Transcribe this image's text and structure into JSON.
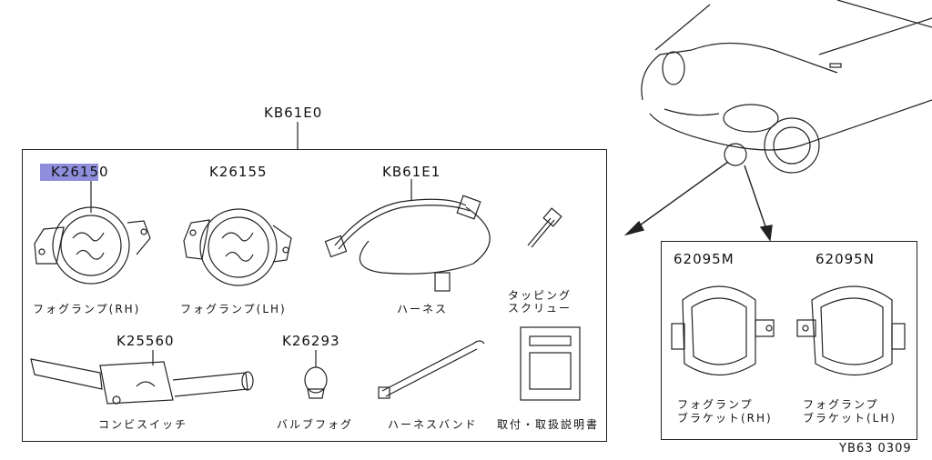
{
  "assembly_code": "KB61E0",
  "parts": [
    {
      "code": "K26150",
      "name": "フォグランプ(RH)"
    },
    {
      "code": "K26155",
      "name": "フォグランプ(LH)"
    },
    {
      "code": "KB61E1",
      "name": "ハーネス"
    },
    {
      "code": "",
      "name_line1": "タッピング",
      "name_line2": "スクリュー"
    },
    {
      "code": "K25560",
      "name": "コンビスイッチ"
    },
    {
      "code": "K26293",
      "name": "バルブフォグ"
    },
    {
      "code": "",
      "name": "ハーネスバンド"
    },
    {
      "code": "",
      "name": "取付・取扱説明書"
    }
  ],
  "brackets": [
    {
      "code": "62095M",
      "name_line1": "フォグランプ",
      "name_line2": "ブラケット(RH)"
    },
    {
      "code": "62095N",
      "name_line1": "フォグランプ",
      "name_line2": "ブラケット(LH)"
    }
  ],
  "figure_id": "YB63 0309",
  "highlight_color": "#8e8edc"
}
